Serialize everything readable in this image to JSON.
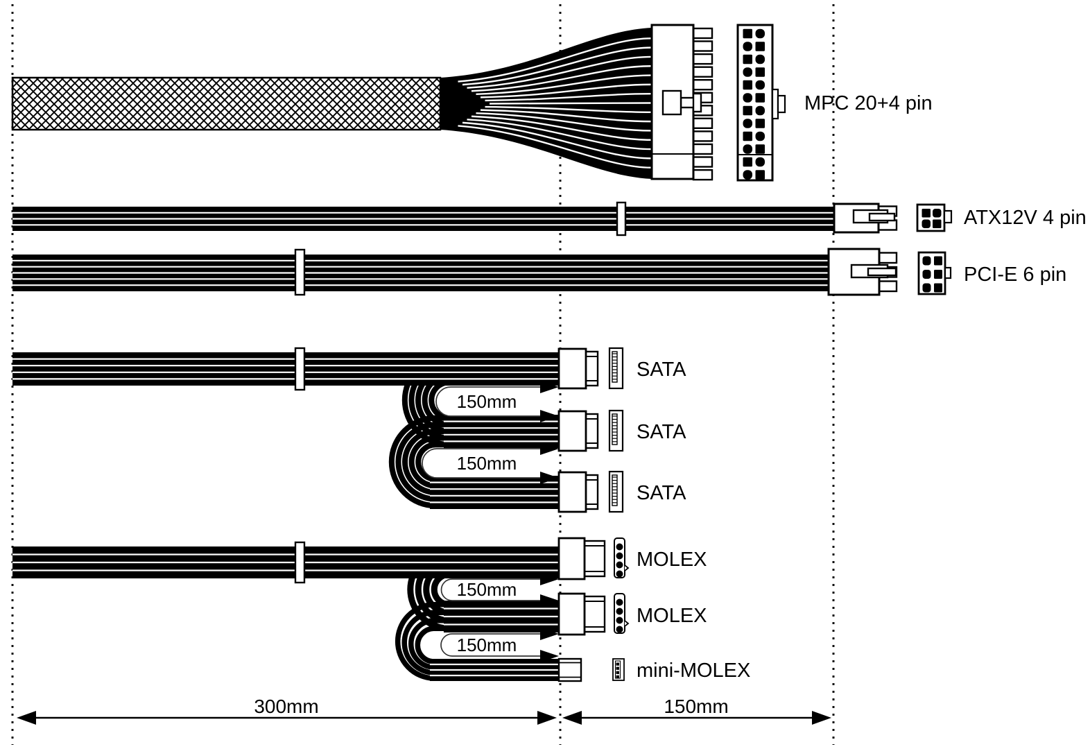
{
  "figure": {
    "type": "psu-cable-length-diagram",
    "background": "#ffffff",
    "ink": "#000000"
  },
  "connector_labels": {
    "mpc": "MPC 20+4 pin",
    "atx12v": "ATX12V 4 pin",
    "pcie": "PCI-E 6 pin",
    "sata_1": "SATA",
    "sata_2": "SATA",
    "sata_3": "SATA",
    "molex_1": "MOLEX",
    "molex_2": "MOLEX",
    "mini_molex": "mini-MOLEX"
  },
  "loop_lengths": {
    "sata_loop_1": "150mm",
    "sata_loop_2": "150mm",
    "molex_loop_1": "150mm",
    "molex_loop_2": "150mm"
  },
  "dimensions": {
    "main_cable": "300mm",
    "extension": "150mm"
  },
  "pin_counts": {
    "mpc_rows": 12,
    "mpc_cols": 2,
    "mpc_side_pins": 12,
    "atx12v_pins": 4,
    "pcie_pins": 6,
    "molex_pins": 4,
    "mini_molex_pins": 4,
    "atx_wires": 4,
    "pcie_wires": 6,
    "sata_wires": 5,
    "molex_wires": 4,
    "mini_wires": 4
  }
}
